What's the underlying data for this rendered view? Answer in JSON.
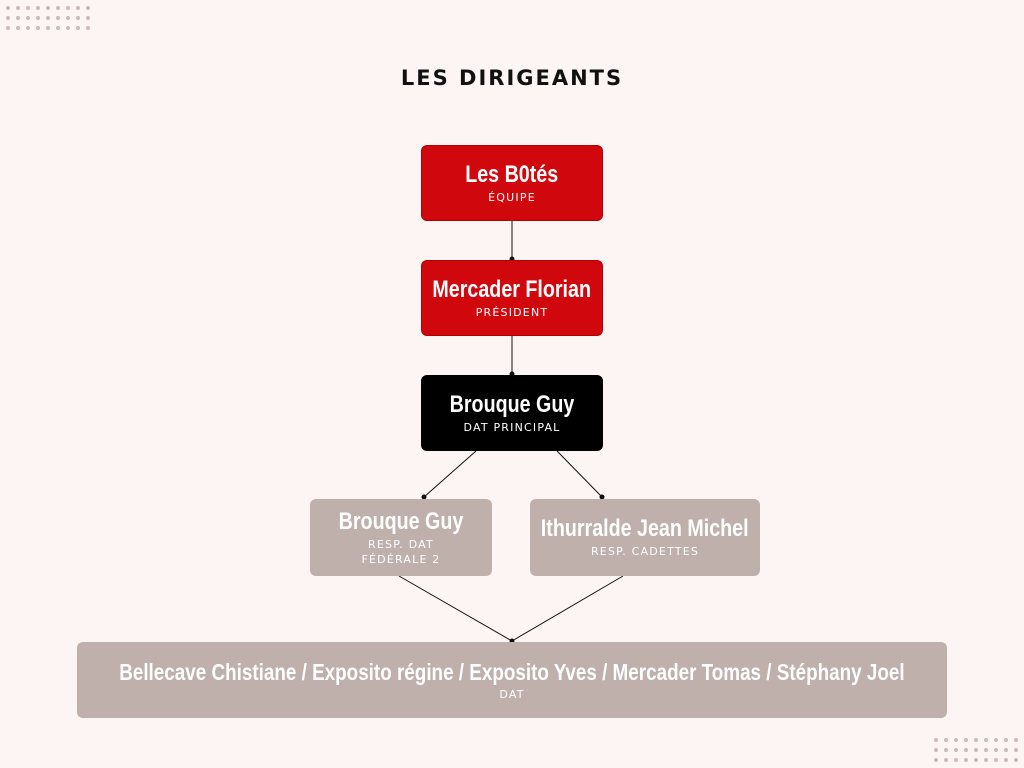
{
  "title": "LES DIRIGEANTS",
  "nodes": {
    "team": {
      "name": "Les B0tés",
      "role": "ÉQUIPE"
    },
    "president": {
      "name": "Mercader Florian",
      "role": "PRÉSIDENT"
    },
    "dat_principal": {
      "name": "Brouque Guy",
      "role": "DAT PRINCIPAL"
    },
    "resp_dat_f2": {
      "name": "Brouque Guy",
      "role": "RESP. DAT\nFÉDÉRALE 2"
    },
    "resp_cadettes": {
      "name": "Ithurralde Jean Michel",
      "role": "RESP. CADETTES"
    },
    "dat": {
      "name": "Bellecave Chistiane / Exposito régine / Exposito Yves / Mercader Tomas / Stéphany Joel",
      "role": "DAT"
    }
  },
  "colors": {
    "red": "#d1070e",
    "black": "#000000",
    "gray": "#bfb0ac",
    "background": "#fdf5f3"
  }
}
